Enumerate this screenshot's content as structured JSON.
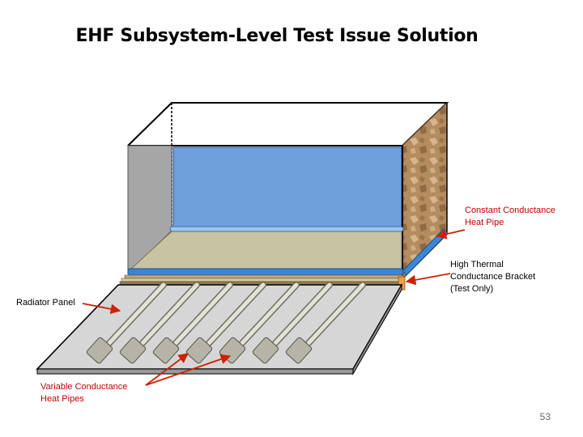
{
  "title": "EHF Subsystem-Level Test Issue Solution",
  "labels": {
    "constant_heat_pipe": [
      "Constant  Conductance",
      "Heat Pipe"
    ],
    "bracket": [
      "High Thermal",
      "Conductance Bracket",
      "(Test Only)"
    ],
    "radiator_panel": "Radiator Panel",
    "variable_heat_pipes": [
      "Variable  Conductance",
      "Heat Pipes"
    ]
  },
  "page_number": "53",
  "colors": {
    "blue_panel": "#6fa0dc",
    "tan_floor": "#c8c3a0",
    "cork_wall": "#b38d62",
    "radiator": "#d6d6d6",
    "heat_pipe_blue": "#3a86d8",
    "arrow_red": "#cc2200",
    "label_red": "#c00000"
  }
}
